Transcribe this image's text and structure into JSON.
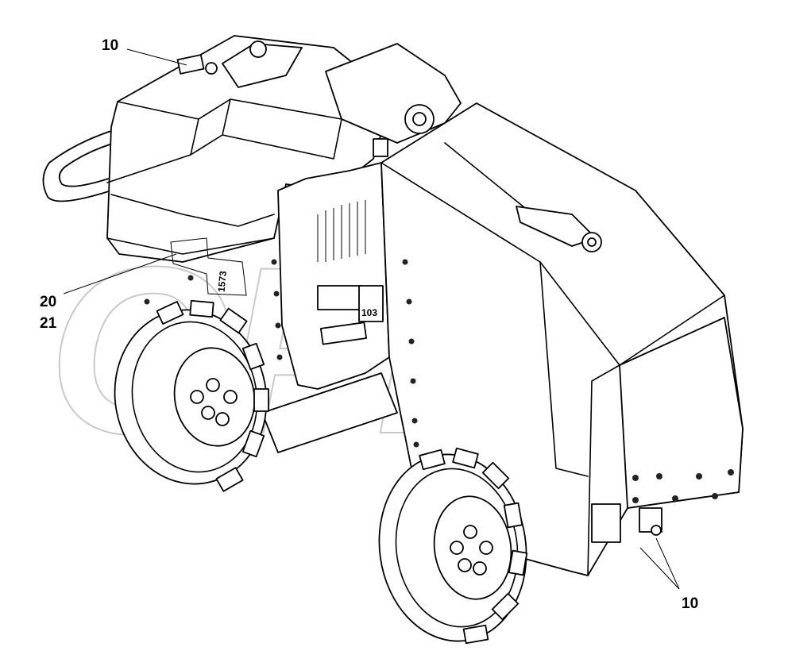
{
  "callouts": [
    {
      "id": "10a",
      "label": "10"
    },
    {
      "id": "20",
      "label": "20"
    },
    {
      "id": "21",
      "label": "21"
    },
    {
      "id": "10b",
      "label": "10"
    }
  ],
  "watermark": {
    "text": "OPEX"
  },
  "decals": {
    "side_number": "1573",
    "plate_number": "103"
  }
}
